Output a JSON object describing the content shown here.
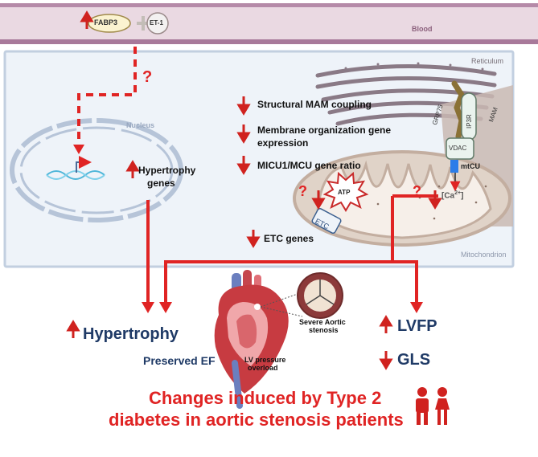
{
  "blood": {
    "markers": [
      "FABP3",
      "ET-1"
    ],
    "label": "Blood"
  },
  "labels": {
    "reticulum": "Reticulum",
    "mitochondrion": "Mitochondrion",
    "nucleus": "Nucleus",
    "mam": "MAM",
    "grp75": "GRP75",
    "ip3r": "IP3R",
    "vdac": "VDAC",
    "mcu": "mtCU",
    "atp": "ATP",
    "etc": "ETC",
    "calcium_base": "[Ca",
    "calcium_sup": "2+",
    "calcium_end": "]",
    "question": "?"
  },
  "findings": {
    "mam_coupling": "Structural MAM coupling",
    "membrane_line1": "Membrane organization gene",
    "membrane_line2": "expression",
    "micu": "MICU1/MCU gene ratio",
    "etc_genes": "ETC genes",
    "hypertrophy_genes_line1": "Hypertrophy",
    "hypertrophy_genes_line2": "genes"
  },
  "outcomes": {
    "hypertrophy": "Hypertrophy",
    "preserved_ef": "Preserved EF",
    "lvfp": "LVFP",
    "gls": "GLS",
    "severe_as_line1": "Severe Aortic",
    "severe_as_line2": "stenosis",
    "lv_overload_line1": "LV pressure",
    "lv_overload_line2": "overload"
  },
  "footer": {
    "line1": "Changes induced by Type 2",
    "line2": "diabetes  in aortic stenosis patients"
  },
  "colors": {
    "red": "#e02424",
    "navy": "#1f3a66",
    "blood_band": "#a8799a",
    "cell_bg": "#eef3f9",
    "mito_fill": "#e0d3c8",
    "mam_fill": "#c9b9b3"
  }
}
